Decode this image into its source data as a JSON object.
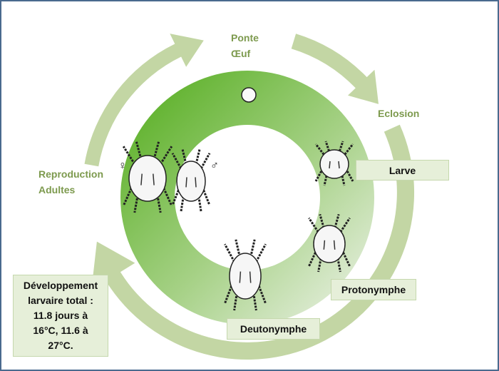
{
  "labels": {
    "ponte": "Ponte",
    "oeuf": "Œuf",
    "eclosion": "Eclosion",
    "reproduction": "Reproduction",
    "adultes": "Adultes"
  },
  "stages": {
    "larve": "Larve",
    "protonymphe": "Protonymphe",
    "deutonymphe": "Deutonymphe"
  },
  "info": {
    "line1": "Développement",
    "line2": "larvaire total :",
    "line3": "11.8 jours à",
    "line4": "16°C, 11.6 à",
    "line5": "27°C."
  },
  "symbols": {
    "female": "♀",
    "male": "♂"
  },
  "colors": {
    "ring_dark": "#66b535",
    "ring_light": "#eef3ea",
    "arrow": "#c3d6a4",
    "label": "#7d9a4e",
    "box_fill": "#e6efd9"
  }
}
